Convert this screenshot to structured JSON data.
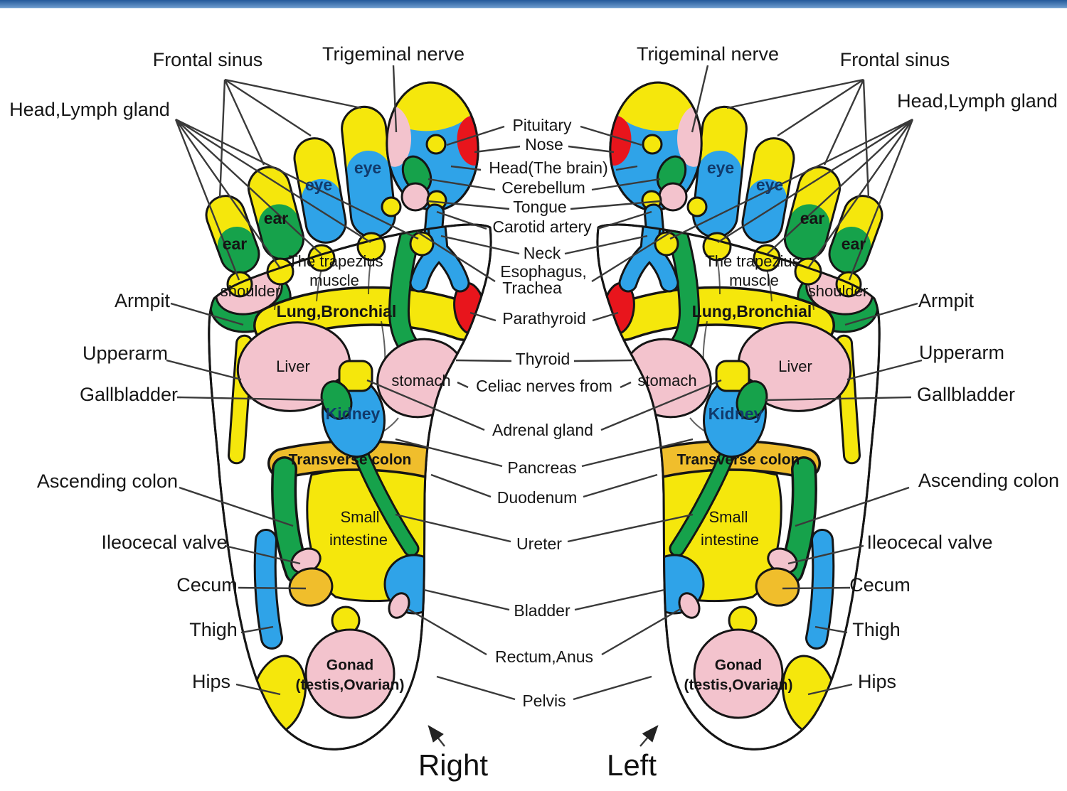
{
  "page": {
    "top_bar_color": "#24599a",
    "background": "#ffffff"
  },
  "footer": {
    "right_foot_label": "Right",
    "left_foot_label": "Left"
  },
  "callouts": {
    "frontal_sinus": "Frontal sinus",
    "trigeminal_nerve": "Trigeminal nerve",
    "head_lymph_gland": "Head,Lymph gland",
    "armpit": "Armpit",
    "upperarm": "Upperarm",
    "gallbladder": "Gallbladder",
    "ascending_colon": "Ascending colon",
    "ileocecal_valve": "Ileocecal valve",
    "cecum": "Cecum",
    "thigh": "Thigh",
    "hips": "Hips",
    "pituitary": "Pituitary",
    "nose": "Nose",
    "head_the_brain": "Head(The brain)",
    "cerebellum": "Cerebellum",
    "tongue": "Tongue",
    "carotid_artery": "Carotid artery",
    "neck": "Neck",
    "esophagus_line1": "Esophagus,",
    "esophagus_line2": "Trachea",
    "parathyroid": "Parathyroid",
    "thyroid": "Thyroid",
    "celiac_nerves": "Celiac nerves from",
    "adrenal_gland": "Adrenal gland",
    "pancreas": "Pancreas",
    "duodenum": "Duodenum",
    "ureter": "Ureter",
    "bladder": "Bladder",
    "rectum_anus": "Rectum,Anus",
    "pelvis": "Pelvis"
  },
  "zones": {
    "eye": "eye",
    "ear": "ear",
    "shoulder": "shoulder",
    "trapezius_line1": "The trapezius",
    "trapezius_line2": "muscle",
    "lung_bronchial": "Lung,Bronchial",
    "liver": "Liver",
    "stomach": "stomach",
    "kidney": "Kidney",
    "transverse_colon": "Transverse colon",
    "small_intestine_line1": "Small",
    "small_intestine_line2": "intestine",
    "gonad_line1": "Gonad",
    "gonad_line2": "(testis,Ovarian)"
  },
  "colors": {
    "zone_yellow": "#F5E70C",
    "zone_blue": "#2FA3E8",
    "zone_green": "#16A24B",
    "zone_red": "#E8151C",
    "zone_pink": "#F3C3CD",
    "zone_amber": "#F0BE2C",
    "outline": "#151515",
    "leader_line": "#3a3a3a"
  }
}
